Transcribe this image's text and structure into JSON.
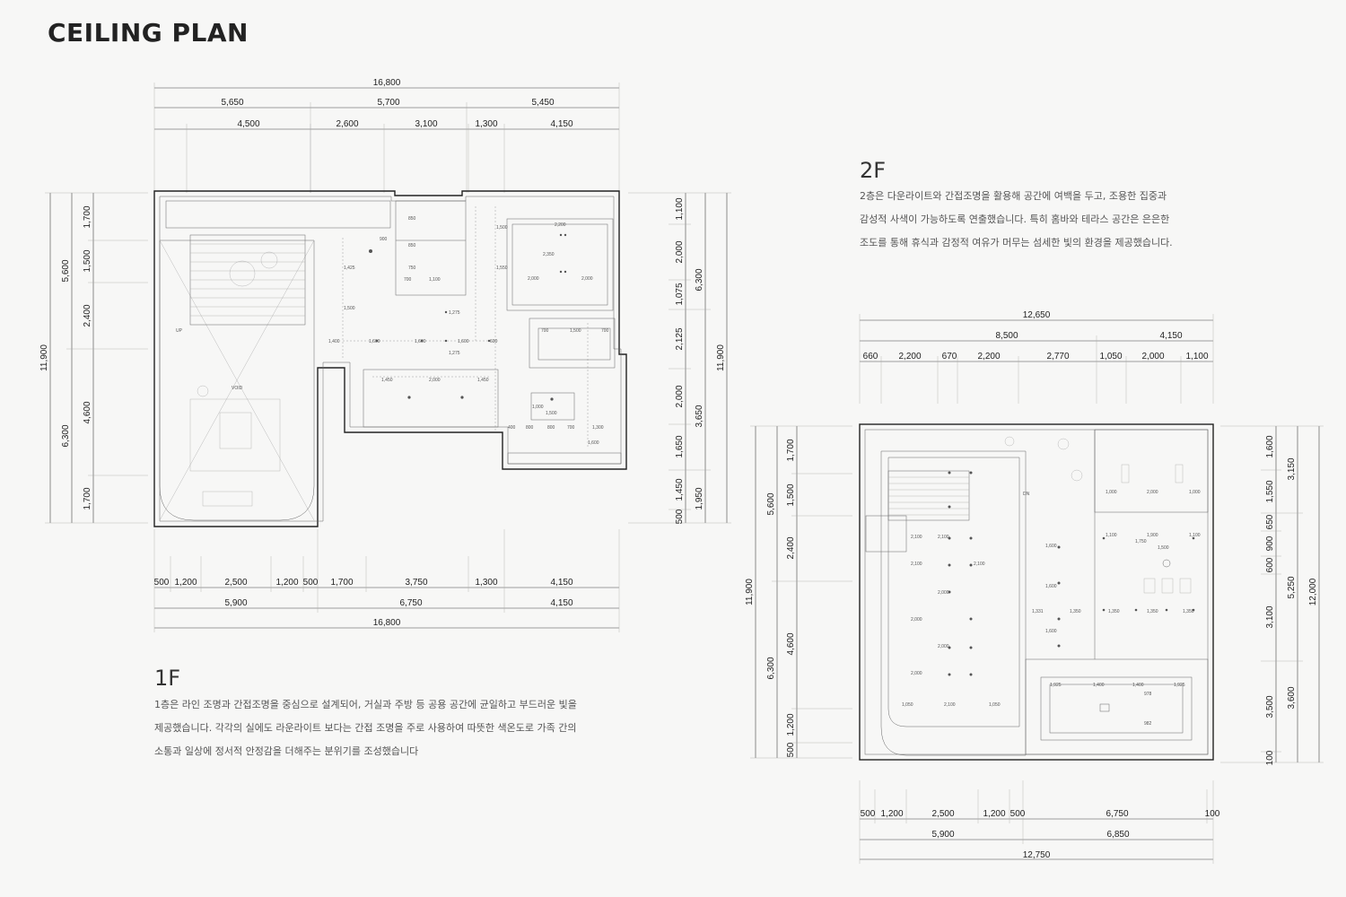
{
  "title": "CEILING PLAN",
  "floor1": {
    "label": "1F",
    "description": [
      "1층은 라인 조명과 간접조명을 중심으로 설계되어, 거실과 주방 등 공용 공간에 균일하고 부드러운 빛을",
      "제공했습니다. 각각의 실에도 라운라이트 보다는 간접 조명을 주로 사용하여 따뜻한 색온도로 가족 간의",
      "소통과 일상에 정서적 안정감을 더해주는 분위기를 조성했습니다"
    ],
    "dims": {
      "top_total": "16,800",
      "top_row1": [
        "5,650",
        "5,700",
        "5,450"
      ],
      "top_row2": [
        "4,500",
        "2,600",
        "3,100",
        "1,300",
        "4,150"
      ],
      "bottom_row1": [
        "500",
        "1,200",
        "2,500",
        "1,200",
        "500",
        "1,700",
        "3,750",
        "1,300",
        "4,150"
      ],
      "bottom_row2": [
        "5,900",
        "6,750",
        "4,150"
      ],
      "bottom_total": "16,800",
      "left_total": "11,900",
      "left_row1": [
        "5,600",
        "6,300"
      ],
      "left_row2": [
        "1,700",
        "1,500",
        "2,400",
        "4,600",
        "1,700"
      ],
      "right_row1": [
        "1,100",
        "2,000",
        "1,075",
        "2,125",
        "2,000",
        "1,650",
        "1,450",
        "500"
      ],
      "right_row2": [
        "6,300",
        "3,650",
        "1,950"
      ],
      "right_total": "11,900"
    },
    "annotations": [
      "VOID",
      "UP",
      "900",
      "1,425",
      "1,500",
      "1,400",
      "1,600",
      "1,600",
      "1,600",
      "600",
      "1,275",
      "1,275",
      "1,550",
      "1,500",
      "850",
      "850",
      "750",
      "700",
      "1,100",
      "2,200",
      "2,350",
      "2,000",
      "2,000",
      "700",
      "1,500",
      "700",
      "1,450",
      "2,000",
      "1,450",
      "1,500",
      "1,000",
      "400",
      "800",
      "800",
      "700",
      "1,300",
      "1,600"
    ]
  },
  "floor2": {
    "label": "2F",
    "description": [
      "2층은 다운라이트와 간접조명을 활용해 공간에 여백을 두고, 조용한 집중과",
      "감성적 사색이 가능하도록 연출했습니다. 특히 홈바와 테라스 공간은 은은한",
      "조도를 통해 휴식과 감정적 여유가 머무는 섬세한 빛의 환경을 제공했습니다."
    ],
    "dims": {
      "top_total": "12,650",
      "top_row1": [
        "8,500",
        "4,150"
      ],
      "top_row2": [
        "660",
        "2,200",
        "670",
        "2,200",
        "2,770",
        "1,050",
        "2,000",
        "1,100"
      ],
      "bottom_row1": [
        "500",
        "1,200",
        "2,500",
        "1,200",
        "500",
        "6,750",
        "100"
      ],
      "bottom_row2": [
        "5,900",
        "6,850"
      ],
      "bottom_total": "12,750",
      "left_total": "11,900",
      "left_row1": [
        "5,600",
        "6,300"
      ],
      "left_row2": [
        "1,700",
        "1,500",
        "2,400",
        "4,600",
        "1,200",
        "500"
      ],
      "right_row1": [
        "1,600",
        "1,550",
        "650",
        "900",
        "600",
        "3,100",
        "3,500",
        "100"
      ],
      "right_row2": [
        "3,150",
        "5,250",
        "3,600"
      ],
      "right_total": "12,000"
    },
    "annotations": [
      "DN",
      "2,100",
      "2,100",
      "2,100",
      "2,100",
      "2,000",
      "2,000",
      "2,000",
      "2,000",
      "1,050",
      "2,100",
      "1,050",
      "1,600",
      "1,600",
      "1,600",
      "1,331",
      "1,350",
      "1,350",
      "1,350",
      "1,350",
      "1,100",
      "1,900",
      "1,100",
      "1,750",
      "1,500",
      "1,000",
      "2,000",
      "1,000",
      "1,925",
      "1,400",
      "1,400",
      "1,925",
      "978",
      "982"
    ]
  }
}
